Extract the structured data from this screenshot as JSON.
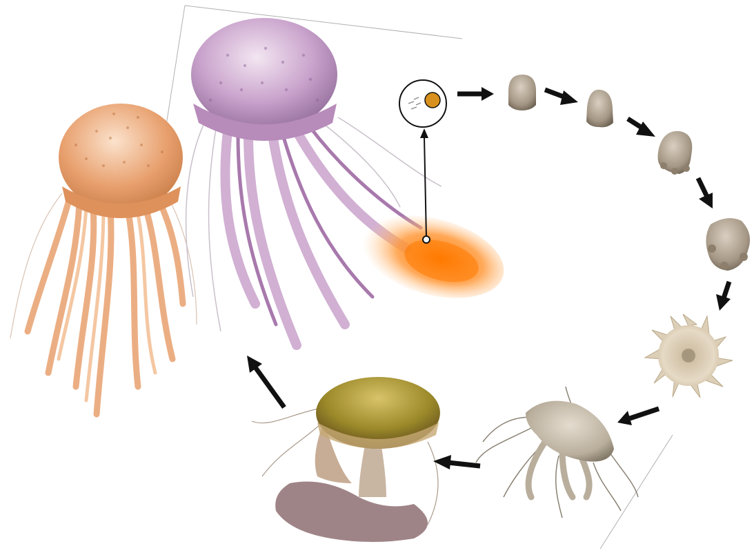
{
  "diagram": {
    "colors": {
      "background": "#ffffff",
      "arrow": "#111111",
      "frame_line": "#9a9a9a",
      "mauve_medusa": "#c9a3cc",
      "orange_medusa": "#e8a06e",
      "egg_cloud": "#ff8a1a",
      "early_stage": "#a49684",
      "ephyra": "#dccfb8",
      "juvenile_medusa": "#b9ae9c",
      "young_medusa": "#9c8a2a"
    },
    "stages": [
      {
        "id": "adult-orange",
        "icon": "orange-jellyfish-icon"
      },
      {
        "id": "adult-mauve",
        "icon": "mauve-jellyfish-icon"
      },
      {
        "id": "egg-cloud",
        "icon": "egg-cloud-icon"
      },
      {
        "id": "zygote",
        "icon": "zygote-circle-icon"
      },
      {
        "id": "embryo-1",
        "icon": "embryo-icon"
      },
      {
        "id": "embryo-2",
        "icon": "embryo-icon"
      },
      {
        "id": "larva-1",
        "icon": "lobed-larva-icon"
      },
      {
        "id": "larva-2",
        "icon": "lobed-larva-icon"
      },
      {
        "id": "ephyra",
        "icon": "ephyra-icon"
      },
      {
        "id": "juvenile",
        "icon": "juvenile-medusa-icon"
      },
      {
        "id": "young-medusa",
        "icon": "young-medusa-icon"
      }
    ],
    "sequence": [
      "zygote",
      "embryo-1",
      "embryo-2",
      "larva-1",
      "larva-2",
      "ephyra",
      "juvenile",
      "young-medusa",
      "adult-mauve"
    ]
  }
}
